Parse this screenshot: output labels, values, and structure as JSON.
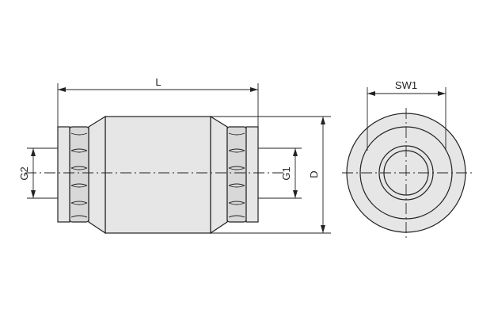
{
  "labels": {
    "length": "L",
    "diameter": "D",
    "thread_left": "G2",
    "thread_right": "G1",
    "wrench_size": "SW1"
  }
}
